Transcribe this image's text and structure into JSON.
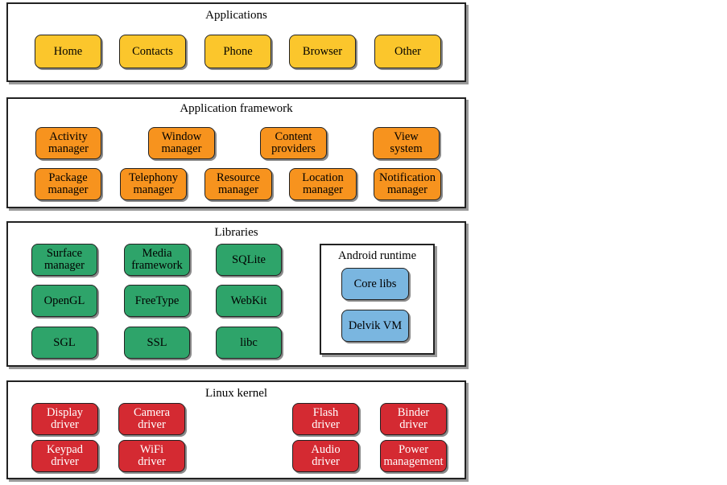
{
  "applications": {
    "title": "Applications",
    "items": [
      "Home",
      "Contacts",
      "Phone",
      "Browser",
      "Other"
    ]
  },
  "framework": {
    "title": "Application framework",
    "items": [
      "Activity\nmanager",
      "Window\nmanager",
      "Content\nproviders",
      "View\nsystem",
      "Package\nmanager",
      "Telephony\nmanager",
      "Resource\nmanager",
      "Location\nmanager",
      "Notification\nmanager"
    ]
  },
  "libraries": {
    "title": "Libraries",
    "items": [
      "Surface\nmanager",
      "Media\nframework",
      "SQLite",
      "OpenGL",
      "FreeType",
      "WebKit",
      "SGL",
      "SSL",
      "libc"
    ],
    "runtime": {
      "title": "Android runtime",
      "items": [
        "Core libs",
        "Delvik VM"
      ]
    }
  },
  "kernel": {
    "title": "Linux kernel",
    "items": [
      "Display\ndriver",
      "Camera\ndriver",
      "Flash\ndriver",
      "Binder\ndriver",
      "Keypad\ndriver",
      "WiFi\ndriver",
      "Audio\ndriver",
      "Power\nmanagement"
    ]
  },
  "colors": {
    "applications": "#fbc62c",
    "framework": "#f7931e",
    "libraries": "#2ea46a",
    "runtime": "#7ab6e0",
    "kernel": "#d42a32"
  }
}
